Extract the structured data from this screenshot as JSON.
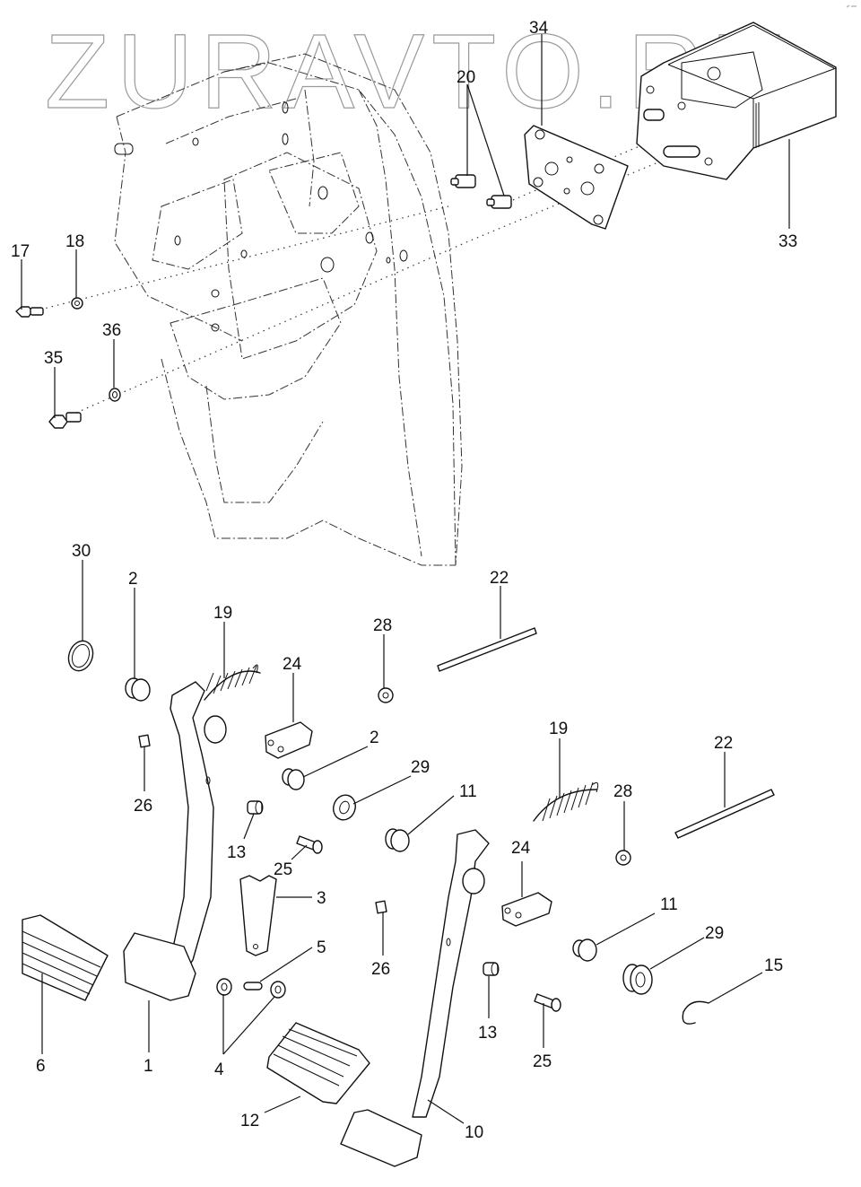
{
  "watermark": "ZURAVTO.RU",
  "diagram": {
    "title": "Pedal assembly exploded view",
    "callouts": [
      {
        "id": "c34",
        "label": "34",
        "part": "gasket"
      },
      {
        "id": "c20",
        "label": "20",
        "part": "stop-light-switch"
      },
      {
        "id": "c33",
        "label": "33",
        "part": "master-cylinder"
      },
      {
        "id": "c17",
        "label": "17",
        "part": "bolt"
      },
      {
        "id": "c18",
        "label": "18",
        "part": "nut"
      },
      {
        "id": "c35",
        "label": "35",
        "part": "bolt"
      },
      {
        "id": "c36",
        "label": "36",
        "part": "washer"
      },
      {
        "id": "c30",
        "label": "30",
        "part": "washer"
      },
      {
        "id": "c2a",
        "label": "2",
        "part": "bushing"
      },
      {
        "id": "c19a",
        "label": "19",
        "part": "return-spring"
      },
      {
        "id": "c24a",
        "label": "24",
        "part": "clevis"
      },
      {
        "id": "c28a",
        "label": "28",
        "part": "nut"
      },
      {
        "id": "c22a",
        "label": "22",
        "part": "push-rod"
      },
      {
        "id": "c26a",
        "label": "26",
        "part": "clip"
      },
      {
        "id": "c2b",
        "label": "2",
        "part": "bushing"
      },
      {
        "id": "c29a",
        "label": "29",
        "part": "washer"
      },
      {
        "id": "c11a",
        "label": "11",
        "part": "bushing"
      },
      {
        "id": "c13a",
        "label": "13",
        "part": "spacer"
      },
      {
        "id": "c25a",
        "label": "25",
        "part": "pin"
      },
      {
        "id": "c3",
        "label": "3",
        "part": "bracket-plate"
      },
      {
        "id": "c5",
        "label": "5",
        "part": "pin"
      },
      {
        "id": "c4",
        "label": "4",
        "part": "washers"
      },
      {
        "id": "c6",
        "label": "6",
        "part": "pedal-pad"
      },
      {
        "id": "c1",
        "label": "1",
        "part": "clutch-pedal"
      },
      {
        "id": "c19b",
        "label": "19",
        "part": "return-spring"
      },
      {
        "id": "c22b",
        "label": "22",
        "part": "push-rod"
      },
      {
        "id": "c28b",
        "label": "28",
        "part": "nut"
      },
      {
        "id": "c24b",
        "label": "24",
        "part": "clevis"
      },
      {
        "id": "c26b",
        "label": "26",
        "part": "clip"
      },
      {
        "id": "c11b",
        "label": "11",
        "part": "bushing"
      },
      {
        "id": "c29b",
        "label": "29",
        "part": "washer"
      },
      {
        "id": "c15",
        "label": "15",
        "part": "retaining-clip"
      },
      {
        "id": "c13b",
        "label": "13",
        "part": "spacer"
      },
      {
        "id": "c25b",
        "label": "25",
        "part": "pin"
      },
      {
        "id": "c12",
        "label": "12",
        "part": "pedal-pad"
      },
      {
        "id": "c10",
        "label": "10",
        "part": "brake-pedal"
      }
    ]
  }
}
